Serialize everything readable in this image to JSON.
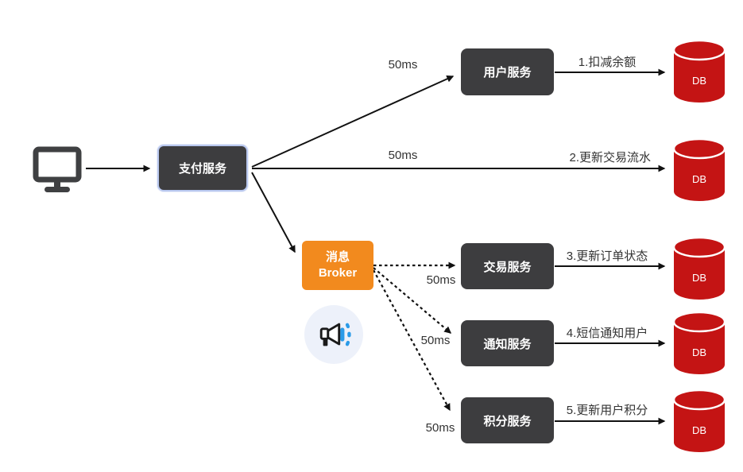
{
  "colors": {
    "node-dark": "#3d3d3f",
    "node-border-blue": "#b9c8ef",
    "broker-orange": "#f28a1e",
    "db-red": "#c41414",
    "megaphone-bg": "#edf1fa",
    "megaphone-blue": "#2b9be8",
    "arrow-black": "#111111",
    "label-text": "#333333"
  },
  "nodes": {
    "payment": {
      "label": "支付服务"
    },
    "user_service": {
      "label": "用户服务"
    },
    "broker": {
      "line1": "消息",
      "line2": "Broker"
    },
    "services": [
      {
        "label": "交易服务"
      },
      {
        "label": "通知服务"
      },
      {
        "label": "积分服务"
      }
    ],
    "db_label": "DB"
  },
  "edges": {
    "payment_to_user": {
      "latency": "50ms"
    },
    "user_to_db": {
      "action": "1.扣减余额"
    },
    "payment_to_db": {
      "latency": "50ms",
      "action": "2.更新交易流水"
    },
    "broker_to_trade": {
      "latency": "50ms"
    },
    "trade_to_db": {
      "action": "3.更新订单状态"
    },
    "broker_to_notify": {
      "latency": "50ms"
    },
    "notify_to_db": {
      "action": "4.短信通知用户"
    },
    "broker_to_points": {
      "latency": "50ms"
    },
    "points_to_db": {
      "action": "5.更新用户积分"
    }
  }
}
